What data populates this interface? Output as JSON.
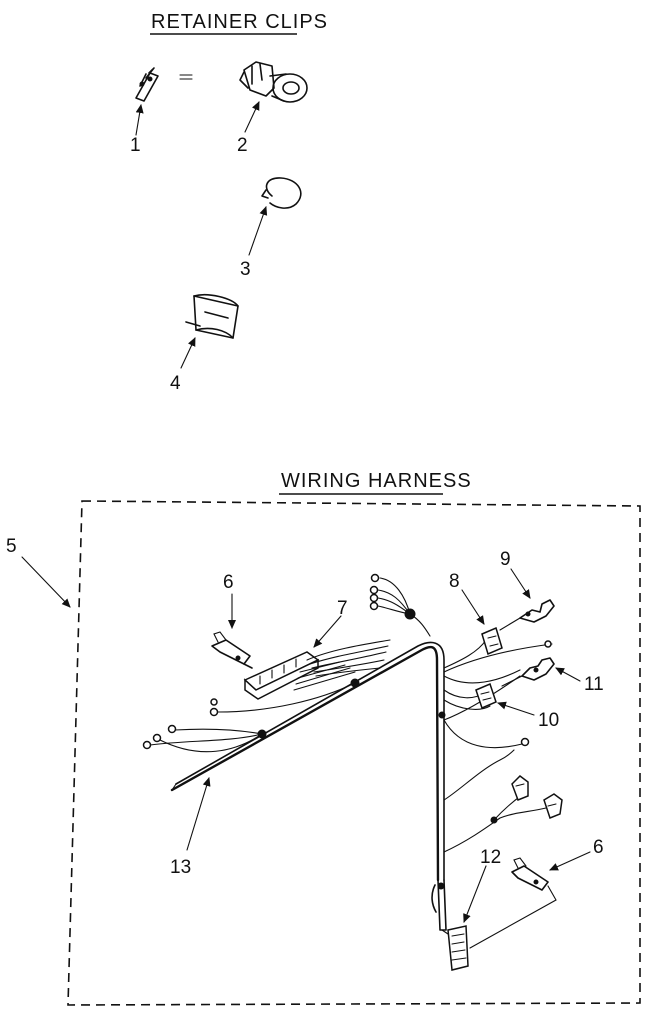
{
  "titles": {
    "retainer_clips": "RETAINER CLIPS",
    "wiring_harness": "WIRING HARNESS"
  },
  "callouts": {
    "c1": "1",
    "c2": "2",
    "c3": "3",
    "c4": "4",
    "c5": "5",
    "c6a": "6",
    "c6b": "6",
    "c7": "7",
    "c8": "8",
    "c9": "9",
    "c10": "10",
    "c11": "11",
    "c12": "12",
    "c13": "13"
  }
}
